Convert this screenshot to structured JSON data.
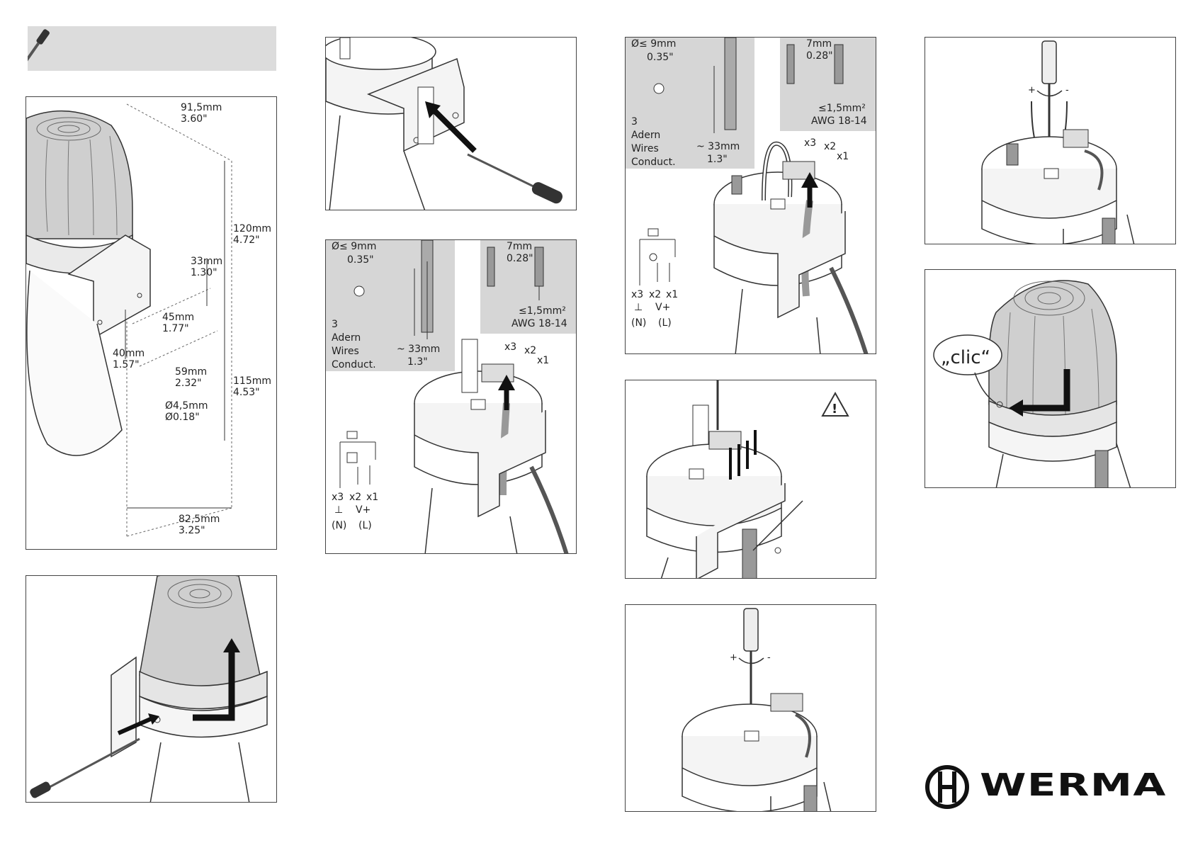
{
  "brand": {
    "name": "WERMA"
  },
  "dimensions": {
    "width": "91,5mm",
    "width_in": "3.60\"",
    "height_top": "120mm",
    "height_top_in": "4.72\"",
    "bracket_w": "33mm",
    "bracket_w_in": "1.30\"",
    "hole_spacing": "45mm",
    "hole_spacing_in": "1.77\"",
    "bracket_h": "40mm",
    "bracket_h_in": "1.57\"",
    "hole_offset": "59mm",
    "hole_offset_in": "2.32\"",
    "hole_dia": "Ø4,5mm",
    "hole_dia_in": "Ø0.18\"",
    "height_bottom": "115mm",
    "height_bottom_in": "4.53\"",
    "depth": "82,5mm",
    "depth_in": "3.25\""
  },
  "cable_spec": {
    "dia": "Ø≤ 9mm",
    "dia_in": "0.35\"",
    "count": "3",
    "cores_de": "Adern",
    "cores_en": "Wires",
    "cores_fr": "Conduct.",
    "length": "~ 33mm",
    "length_in": "1.3\"",
    "strip": "7mm",
    "strip_in": "0.28\"",
    "section": "≤1,5mm²",
    "awg": "AWG 18-14"
  },
  "terminals": {
    "x3": "x3",
    "x2": "x2",
    "x1": "x1",
    "ground_symbol": "⊥",
    "vplus": "V+",
    "n": "(N)",
    "l": "(L)"
  },
  "screw_signs": {
    "plus": "+",
    "minus": "-"
  },
  "warning_symbol": "!",
  "click_label": "„clic“"
}
